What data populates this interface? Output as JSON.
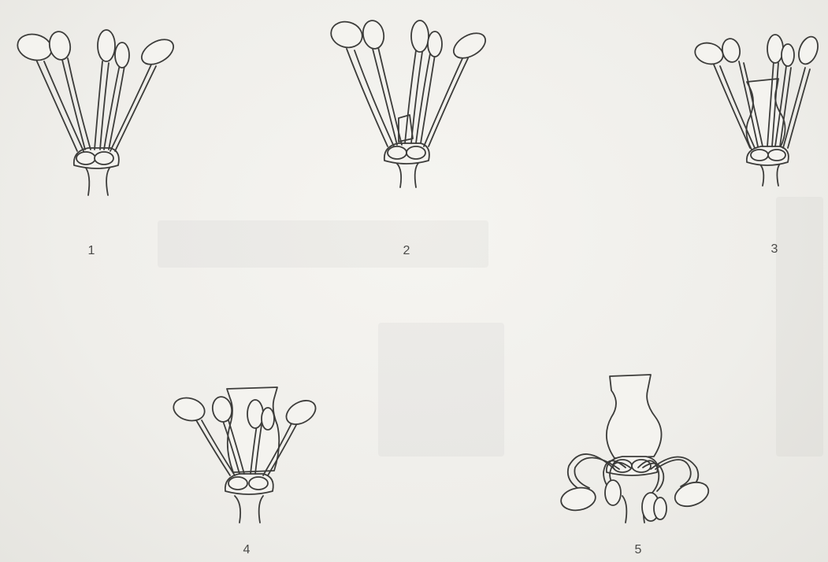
{
  "figure": {
    "panels": [
      {
        "id": "1",
        "label": "1"
      },
      {
        "id": "2",
        "label": "2"
      },
      {
        "id": "3",
        "label": "3"
      },
      {
        "id": "4",
        "label": "4"
      },
      {
        "id": "5",
        "label": "5"
      }
    ]
  }
}
